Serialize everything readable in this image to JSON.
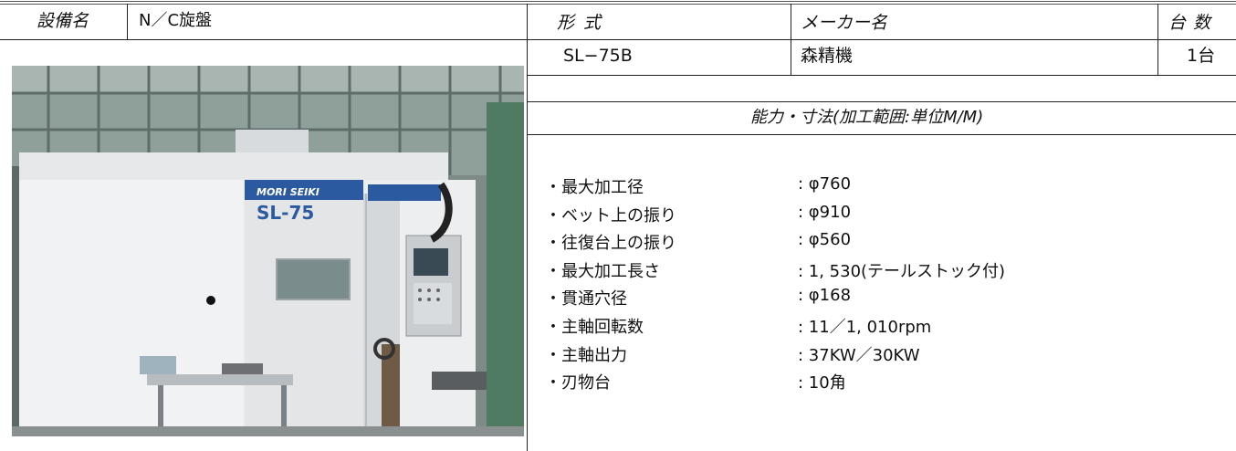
{
  "header": {
    "equipment_name_label": "設備名",
    "equipment_name": "N／C旋盤",
    "model_label": "形 式",
    "maker_label": "メーカー名",
    "quantity_label": "台 数"
  },
  "row": {
    "model": "SL−75B",
    "maker": "森精機",
    "quantity": "1台"
  },
  "section_title": "能力・寸法(加工範囲:単位M/M)",
  "photo": {
    "brand_text": "MORI SEIKI",
    "model_text": "SL-75"
  },
  "specs": [
    {
      "label": "・最大加工径",
      "value": ": φ760"
    },
    {
      "label": "・ベット上の振り",
      "value": ": φ910"
    },
    {
      "label": "・往復台上の振り",
      "value": ": φ560"
    },
    {
      "label": "・最大加工長さ",
      "value": ": 1, 530(テールストック付)"
    },
    {
      "label": "・貫通穴径",
      "value": ": φ168"
    },
    {
      "label": "・主軸回転数",
      "value": ": 11／1, 010rpm"
    },
    {
      "label": "・主軸出力",
      "value": ": 37KW／30KW"
    },
    {
      "label": "・刃物台",
      "value": ": 10角"
    }
  ]
}
